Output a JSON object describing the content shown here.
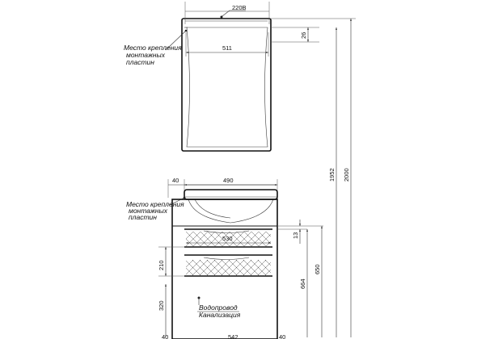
{
  "labels": {
    "mount_top": [
      "Место крепления",
      "монтажных",
      "пластин"
    ],
    "mount_bottom": [
      "Место крепления",
      "монтажных",
      "пластин"
    ],
    "water": "Водопровод",
    "sewer": "Канализация"
  },
  "dims": {
    "d220v": "220В",
    "d511": "511",
    "d26": "26",
    "d1952": "1952",
    "d2000": "2000",
    "d40": "40",
    "d490": "490",
    "d13": "13",
    "d530": "530",
    "d650": "650",
    "d664": "664",
    "d210": "210",
    "d320": "320",
    "d_bl": "40",
    "d_bm": "542",
    "d_br": "40"
  },
  "colors": {
    "line": "#1a1a1a",
    "background": "#ffffff"
  }
}
